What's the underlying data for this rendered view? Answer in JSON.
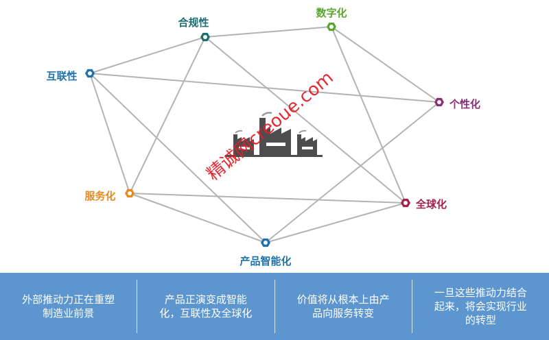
{
  "nodes": [
    {
      "id": "compliance",
      "label": "合规性",
      "color": "#1f6f70"
    },
    {
      "id": "digital",
      "label": "数字化",
      "color": "#5aa532"
    },
    {
      "id": "connectivity",
      "label": "互联性",
      "color": "#1f72a8"
    },
    {
      "id": "personalization",
      "label": "个性化",
      "color": "#8c2d79"
    },
    {
      "id": "servitization",
      "label": "服务化",
      "color": "#e8891e"
    },
    {
      "id": "globalization",
      "label": "全球化",
      "color": "#a3224c"
    },
    {
      "id": "product-intelligence",
      "label": "产品智能化",
      "color": "#1f72a8"
    }
  ],
  "edges": [
    [
      "connectivity",
      "compliance"
    ],
    [
      "connectivity",
      "personalization"
    ],
    [
      "connectivity",
      "servitization"
    ],
    [
      "connectivity",
      "product-intelligence"
    ],
    [
      "compliance",
      "digital"
    ],
    [
      "compliance",
      "servitization"
    ],
    [
      "compliance",
      "globalization"
    ],
    [
      "digital",
      "personalization"
    ],
    [
      "digital",
      "globalization"
    ],
    [
      "personalization",
      "product-intelligence"
    ],
    [
      "servitization",
      "globalization"
    ],
    [
      "servitization",
      "product-intelligence"
    ],
    [
      "globalization",
      "product-intelligence"
    ]
  ],
  "watermark": "精诚网creoue.com",
  "bottom_bar": {
    "items": [
      "外部推动力正在重塑制造业前景",
      "产品正演变成智能化，互联性及全球化",
      "价值将从根本上由产品向服务转变",
      "一旦这些推动力结合起来，将会实现行业的转型"
    ]
  }
}
